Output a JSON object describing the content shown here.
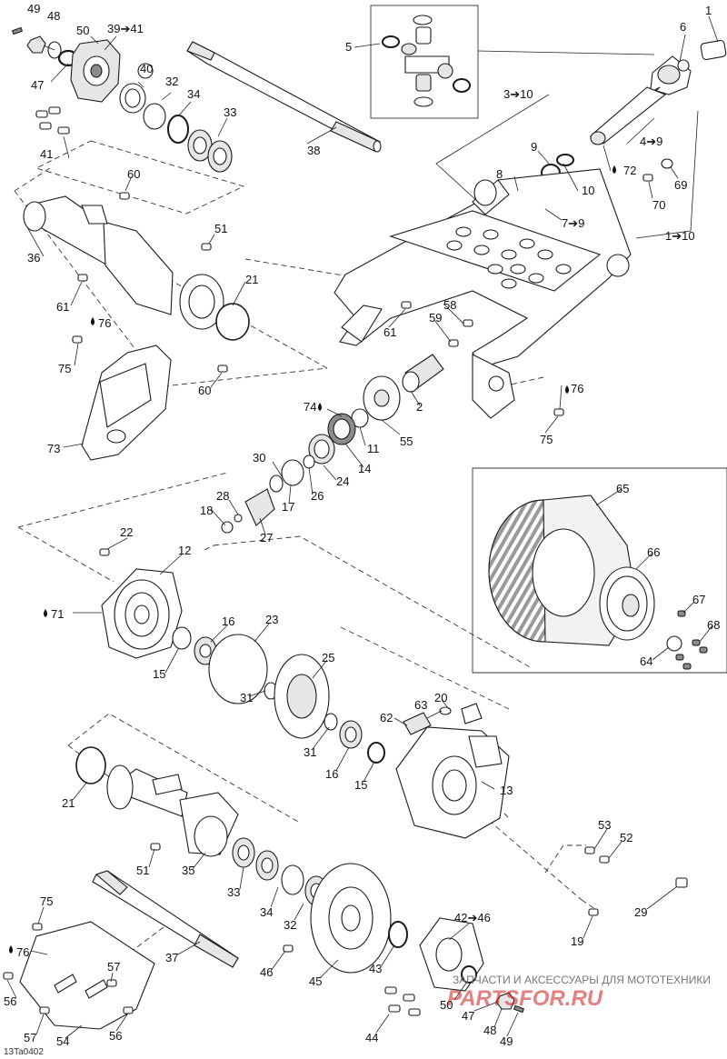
{
  "diagram": {
    "reference_code": "13Ta0402",
    "watermark": {
      "tagline": "ЗАПЧАСТИ И АКСЕССУАРЫ ДЛЯ МОТОТЕХНИКИ",
      "site": "PARTSFOR.RU"
    },
    "callouts": [
      {
        "id": "c49a",
        "text": "49"
      },
      {
        "id": "c48a",
        "text": "48"
      },
      {
        "id": "c50a",
        "text": "50"
      },
      {
        "id": "c39",
        "text": "39➔41"
      },
      {
        "id": "c47a",
        "text": "47"
      },
      {
        "id": "c40",
        "text": "40"
      },
      {
        "id": "c32a",
        "text": "32"
      },
      {
        "id": "c34a",
        "text": "34"
      },
      {
        "id": "c33a",
        "text": "33"
      },
      {
        "id": "c41",
        "text": "41"
      },
      {
        "id": "c38",
        "text": "38"
      },
      {
        "id": "c5",
        "text": "5"
      },
      {
        "id": "c3",
        "text": "3➔10"
      },
      {
        "id": "c6",
        "text": "6"
      },
      {
        "id": "c1a",
        "text": "1"
      },
      {
        "id": "c4",
        "text": "4➔9"
      },
      {
        "id": "c9",
        "text": "9"
      },
      {
        "id": "c8",
        "text": "8"
      },
      {
        "id": "c10a",
        "text": "10"
      },
      {
        "id": "c72",
        "text": "72"
      },
      {
        "id": "c69",
        "text": "69"
      },
      {
        "id": "c70",
        "text": "70"
      },
      {
        "id": "c7",
        "text": "7➔9"
      },
      {
        "id": "c1b",
        "text": "1➔10"
      },
      {
        "id": "c60a",
        "text": "60"
      },
      {
        "id": "c36",
        "text": "36"
      },
      {
        "id": "c51a",
        "text": "51"
      },
      {
        "id": "c21a",
        "text": "21"
      },
      {
        "id": "c61a",
        "text": "61"
      },
      {
        "id": "c76a",
        "text": "76"
      },
      {
        "id": "c75a",
        "text": "75"
      },
      {
        "id": "c60b",
        "text": "60"
      },
      {
        "id": "c73",
        "text": "73"
      },
      {
        "id": "c61b",
        "text": "61"
      },
      {
        "id": "c58",
        "text": "58"
      },
      {
        "id": "c59",
        "text": "59"
      },
      {
        "id": "c76b",
        "text": "76"
      },
      {
        "id": "c75b",
        "text": "75"
      },
      {
        "id": "c2",
        "text": "2"
      },
      {
        "id": "c74",
        "text": "74"
      },
      {
        "id": "c11",
        "text": "11"
      },
      {
        "id": "c55",
        "text": "55"
      },
      {
        "id": "c14",
        "text": "14"
      },
      {
        "id": "c30",
        "text": "30"
      },
      {
        "id": "c24",
        "text": "24"
      },
      {
        "id": "c26",
        "text": "26"
      },
      {
        "id": "c17",
        "text": "17"
      },
      {
        "id": "c28",
        "text": "28"
      },
      {
        "id": "c18",
        "text": "18"
      },
      {
        "id": "c27",
        "text": "27"
      },
      {
        "id": "c65",
        "text": "65"
      },
      {
        "id": "c66",
        "text": "66"
      },
      {
        "id": "c67",
        "text": "67"
      },
      {
        "id": "c68",
        "text": "68"
      },
      {
        "id": "c64",
        "text": "64"
      },
      {
        "id": "c22",
        "text": "22"
      },
      {
        "id": "c12",
        "text": "12"
      },
      {
        "id": "c71",
        "text": "71"
      },
      {
        "id": "c16a",
        "text": "16"
      },
      {
        "id": "c23",
        "text": "23"
      },
      {
        "id": "c15a",
        "text": "15"
      },
      {
        "id": "c25",
        "text": "25"
      },
      {
        "id": "c31a",
        "text": "31"
      },
      {
        "id": "c20",
        "text": "20"
      },
      {
        "id": "c63",
        "text": "63"
      },
      {
        "id": "c62",
        "text": "62"
      },
      {
        "id": "c31b",
        "text": "31"
      },
      {
        "id": "c16b",
        "text": "16"
      },
      {
        "id": "c15b",
        "text": "15"
      },
      {
        "id": "c13",
        "text": "13"
      },
      {
        "id": "c21b",
        "text": "21"
      },
      {
        "id": "c51b",
        "text": "51"
      },
      {
        "id": "c35",
        "text": "35"
      },
      {
        "id": "c33b",
        "text": "33"
      },
      {
        "id": "c34b",
        "text": "34"
      },
      {
        "id": "c32b",
        "text": "32"
      },
      {
        "id": "c53",
        "text": "53"
      },
      {
        "id": "c52",
        "text": "52"
      },
      {
        "id": "c29",
        "text": "29"
      },
      {
        "id": "c19",
        "text": "19"
      },
      {
        "id": "c75c",
        "text": "75"
      },
      {
        "id": "c76c",
        "text": "76"
      },
      {
        "id": "c37",
        "text": "37"
      },
      {
        "id": "c42",
        "text": "42➔46"
      },
      {
        "id": "c46",
        "text": "46"
      },
      {
        "id": "c43",
        "text": "43"
      },
      {
        "id": "c45",
        "text": "45"
      },
      {
        "id": "c57a",
        "text": "57"
      },
      {
        "id": "c56a",
        "text": "56"
      },
      {
        "id": "c56b",
        "text": "56"
      },
      {
        "id": "c57b",
        "text": "57"
      },
      {
        "id": "c54",
        "text": "54"
      },
      {
        "id": "c50b",
        "text": "50"
      },
      {
        "id": "c47b",
        "text": "47"
      },
      {
        "id": "c48b",
        "text": "48"
      },
      {
        "id": "c49b",
        "text": "49"
      },
      {
        "id": "c44",
        "text": "44"
      }
    ]
  }
}
